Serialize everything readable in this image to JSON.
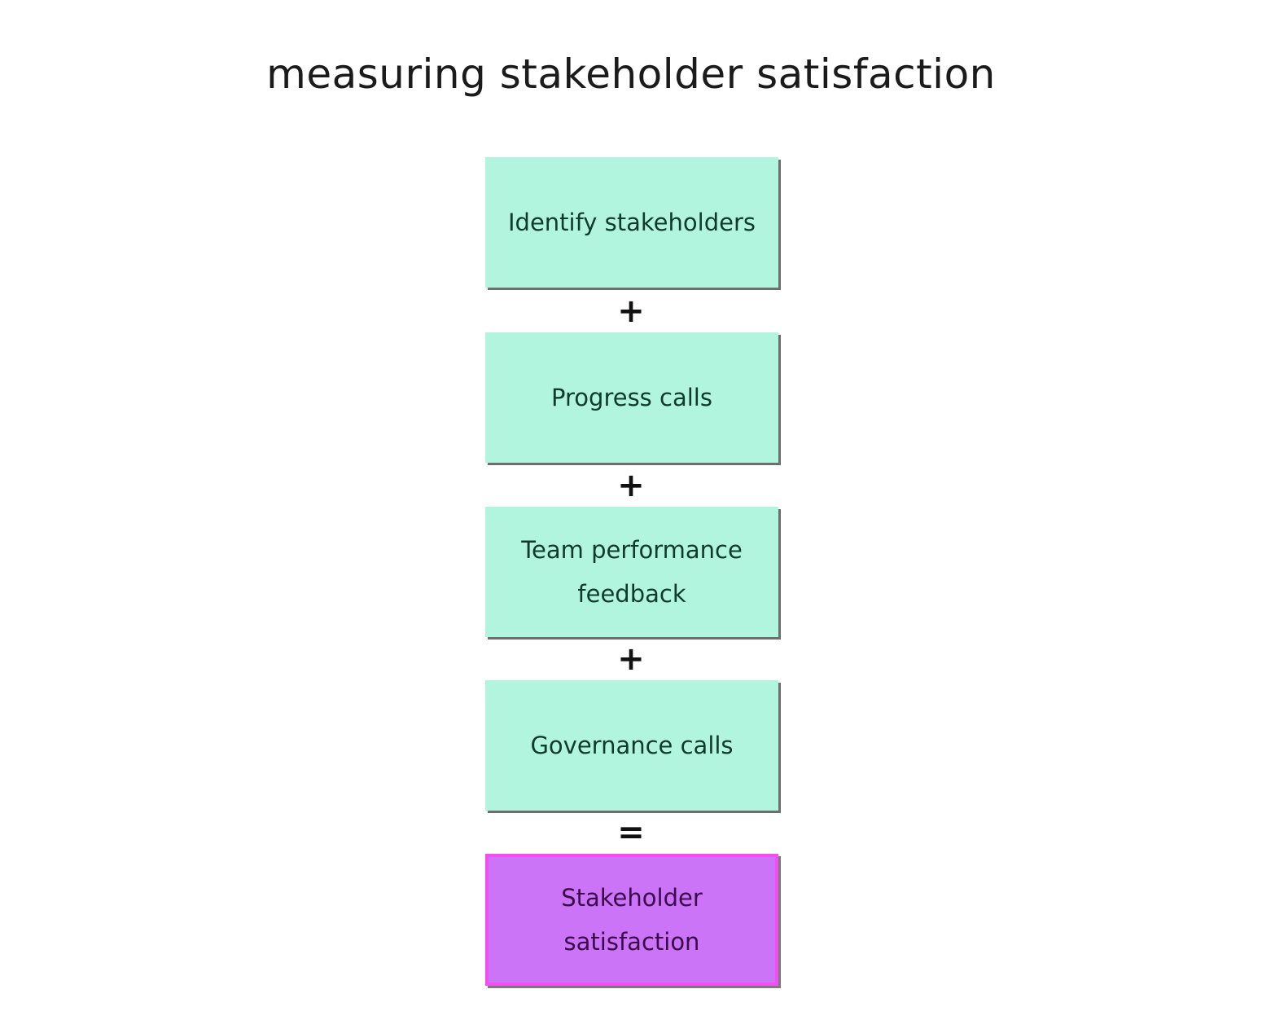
{
  "title": "measuring stakeholder satisfaction",
  "steps": [
    {
      "label": "Identify stakeholders"
    },
    {
      "label": "Progress calls"
    },
    {
      "label": "Team performance feedback"
    },
    {
      "label": "Governance calls"
    }
  ],
  "operators": [
    "+",
    "+",
    "+",
    "="
  ],
  "result": {
    "label": "Stakeholder satisfaction"
  },
  "colors": {
    "step_fill": "#b2f5de",
    "result_fill": "#cc74f8",
    "result_border": "#f64cf4",
    "text_dark": "#1b1b1b"
  }
}
